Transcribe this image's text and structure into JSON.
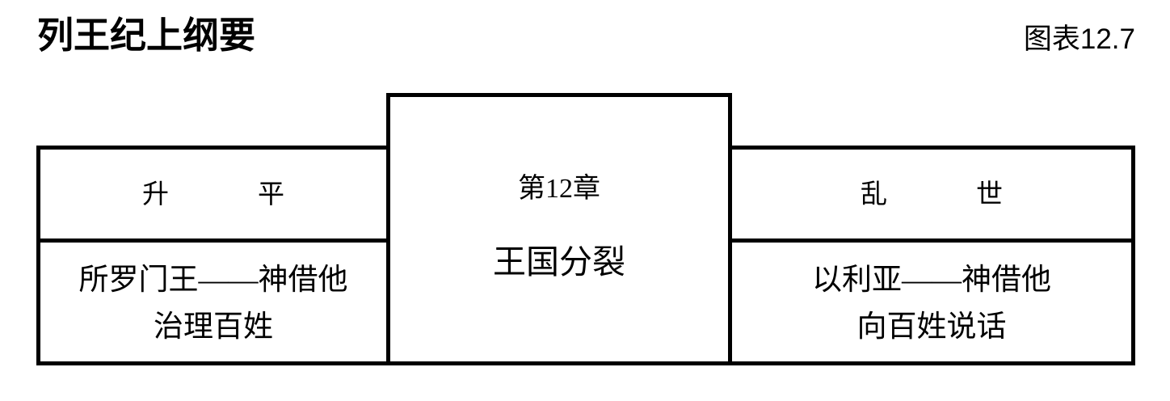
{
  "header": {
    "title": "列王纪上纲要",
    "figure_label": "图表12.7"
  },
  "diagram": {
    "type": "three-panel-outline",
    "left_panel": {
      "heading_char_1": "升",
      "heading_char_2": "平",
      "body_line_1": "所罗门王——神借他",
      "body_line_2": "治理百姓"
    },
    "center_panel": {
      "chapter": "第12章",
      "heading": "王国分裂"
    },
    "right_panel": {
      "heading_char_1": "乱",
      "heading_char_2": "世",
      "body_line_1": "以利亚——神借他",
      "body_line_2": "向百姓说话"
    }
  },
  "colors": {
    "background": "#ffffff",
    "ink": "#000000",
    "border": "#000000"
  }
}
